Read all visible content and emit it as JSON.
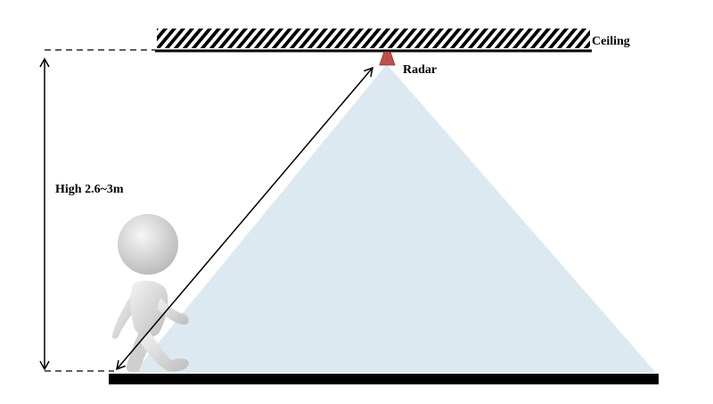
{
  "labels": {
    "ceiling": "Ceiling",
    "radar": "Radar",
    "height": "High 2.6~3m"
  },
  "colors": {
    "beam": "#dde9f0",
    "radar": "#c0504d",
    "line": "#000000",
    "figure": "#dcdcdc"
  },
  "icons": {
    "radar": "radar-sensor-icon",
    "person": "walking-person-figure"
  }
}
